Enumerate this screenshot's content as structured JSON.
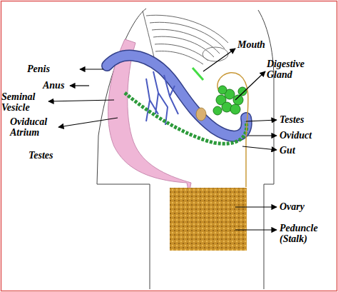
{
  "diagram": {
    "labels": [
      "Penis",
      "Anus",
      "Seminal Vesicle",
      "Oviducal Atrium",
      "Testes",
      "Mouth",
      "Digestive Gland",
      "Testes",
      "Oviduct",
      "Gut",
      "Ovary",
      "Peduncle (Stalk)"
    ]
  }
}
